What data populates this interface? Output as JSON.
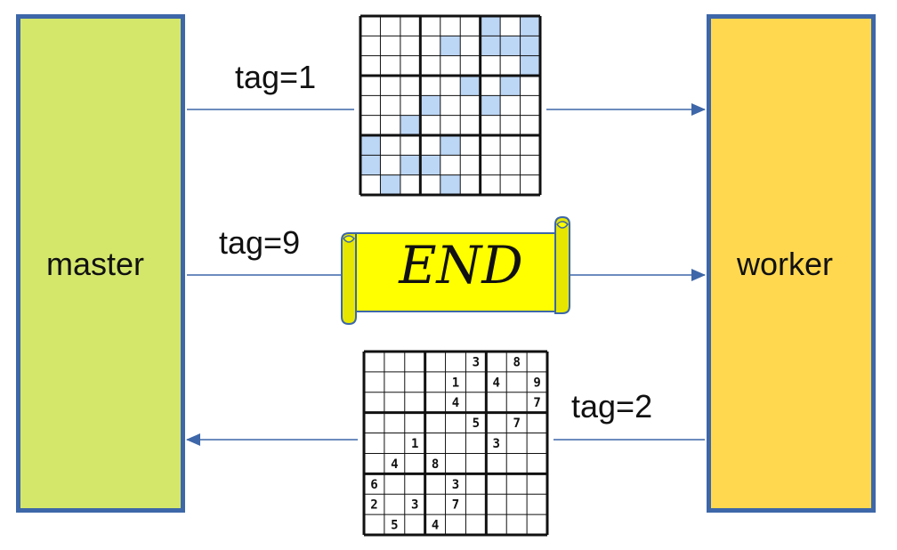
{
  "master": {
    "label": "master",
    "color": "#d4e76b"
  },
  "worker": {
    "label": "worker",
    "color": "#ffd84f"
  },
  "border_color": "#3d67a8",
  "messages": [
    {
      "tag": "tag=1",
      "direction": "master-to-worker",
      "payload": "sudoku pattern grid"
    },
    {
      "tag": "tag=9",
      "direction": "master-to-worker",
      "payload": "END"
    },
    {
      "tag": "tag=2",
      "direction": "worker-to-master",
      "payload": "sudoku puzzle"
    }
  ],
  "pattern_grid": {
    "highlight_color": "#bcd6f5",
    "cells": [
      "000000101",
      "000010111",
      "000000001",
      "000001010",
      "000100100",
      "001000000",
      "100010000",
      "101100000",
      "010010000"
    ]
  },
  "puzzle_grid": {
    "rows": [
      [
        "",
        "",
        "",
        "",
        "",
        "3",
        "",
        "8",
        ""
      ],
      [
        "",
        "",
        "",
        "",
        "1",
        "",
        "4",
        "",
        "9"
      ],
      [
        "",
        "",
        "",
        "",
        "4",
        "",
        "",
        "",
        "7"
      ],
      [
        "",
        "",
        "",
        "",
        "",
        "5",
        "",
        "7",
        ""
      ],
      [
        "",
        "",
        "1",
        "",
        "",
        "",
        "3",
        "",
        ""
      ],
      [
        "",
        "4",
        "",
        "8",
        "",
        "",
        "",
        "",
        ""
      ],
      [
        "6",
        "",
        "",
        "",
        "3",
        "",
        "",
        "",
        ""
      ],
      [
        "2",
        "",
        "3",
        "",
        "7",
        "",
        "",
        "",
        ""
      ],
      [
        "",
        "5",
        "",
        "4",
        "",
        "",
        "",
        "",
        ""
      ]
    ]
  },
  "end_banner": {
    "text": "END",
    "fill": "#ffff00"
  }
}
